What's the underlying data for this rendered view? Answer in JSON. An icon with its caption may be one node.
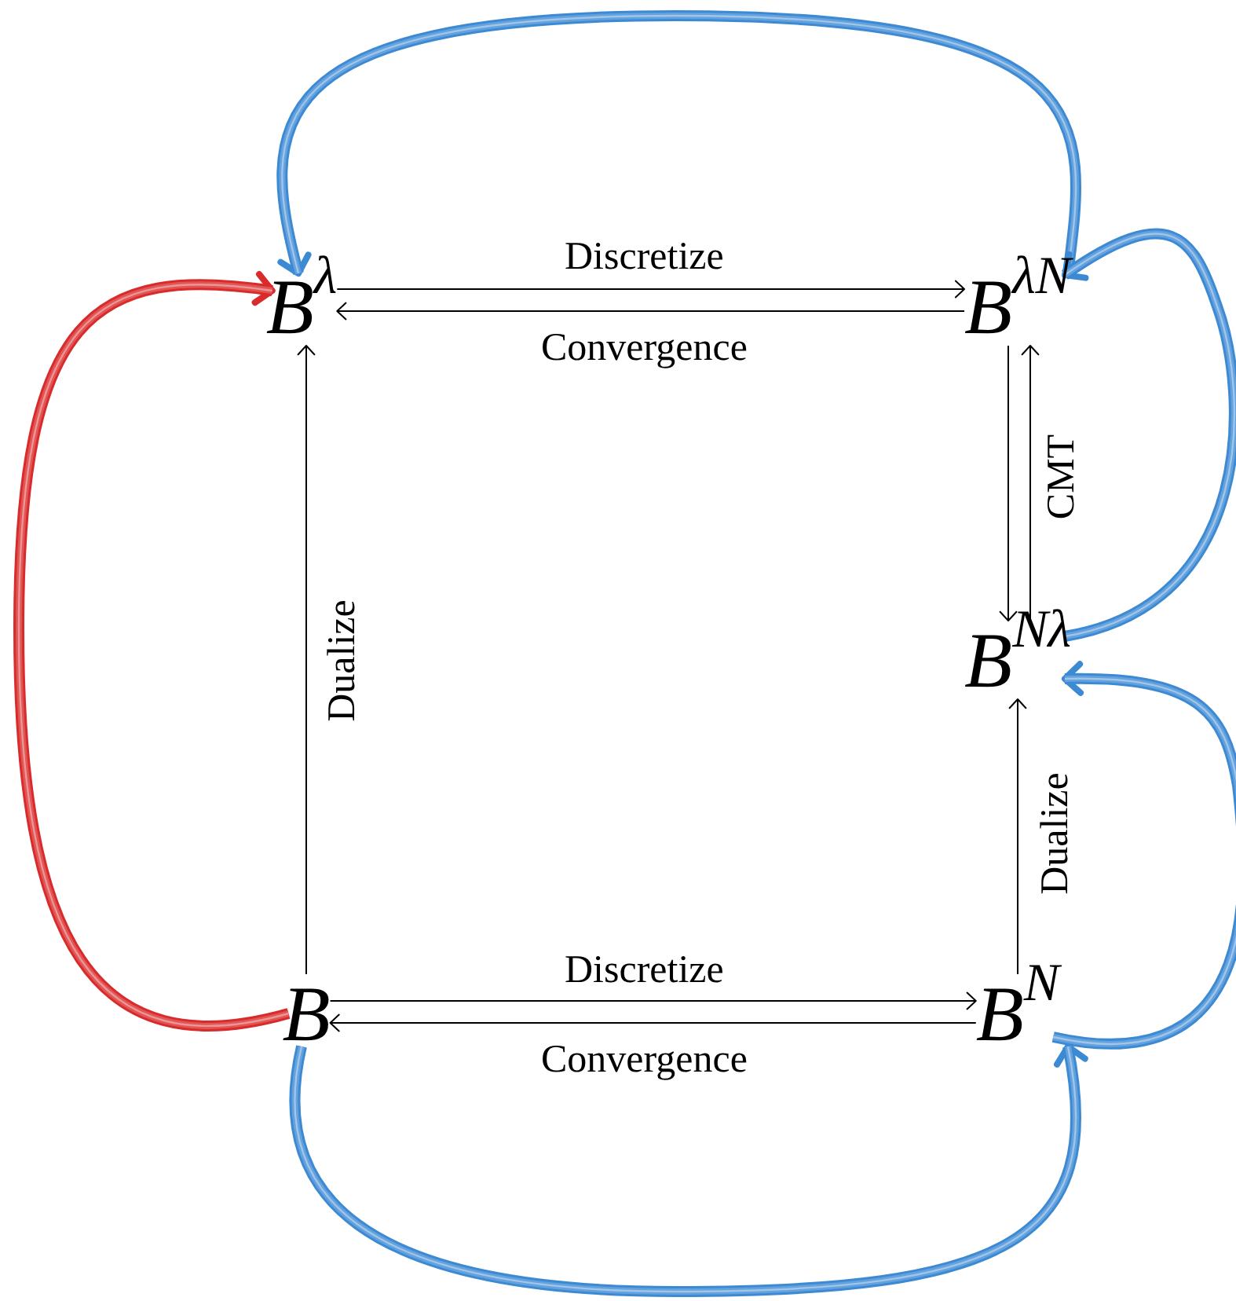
{
  "diagram": {
    "nodes": [
      {
        "text": [
          "B$^{λ}$"
        ]
      },
      {
        "text": [
          "B$^{λN}$"
        ]
      },
      {
        "text": [
          "B$^{Nλ}$"
        ]
      },
      {
        "text": [
          "B"
        ]
      },
      {
        "text": [
          "B$^{N}$"
        ]
      }
    ],
    "edges": [
      {
        "from": 0,
        "to": 1,
        "arrow": "to",
        "label": "Discretize"
      },
      {
        "from": 1,
        "to": 0,
        "arrow": "to",
        "label": "Convergence"
      },
      {
        "from": 1,
        "to": 2,
        "arrow": "to"
      },
      {
        "from": 2,
        "to": 1,
        "arrow": "to",
        "label": "CMT"
      },
      {
        "from": 3,
        "to": 0,
        "arrow": "to",
        "label": "Dualize"
      },
      {
        "from": 4,
        "to": 2,
        "arrow": "to",
        "label": "Dualize"
      },
      {
        "from": 3,
        "to": 4,
        "arrow": "to",
        "label": "Discretize"
      },
      {
        "from": 4,
        "to": 3,
        "arrow": "to",
        "label": "Convergence"
      },
      {
        "from": 1,
        "to": 0,
        "arrow": "to",
        "style": "thick",
        "color": "#3d8ad4"
      },
      {
        "from": 2,
        "to": 1,
        "arrow": "to",
        "style": "thick",
        "color": "#3d8ad4"
      },
      {
        "from": 4,
        "to": 2,
        "arrow": "to",
        "style": "thick",
        "color": "#3d8ad4"
      },
      {
        "from": 3,
        "to": 4,
        "arrow": "to",
        "style": "thick",
        "color": "#3d8ad4"
      },
      {
        "from": 3,
        "to": 0,
        "arrow": "to",
        "style": "thick",
        "color": "#d92b2b"
      }
    ]
  }
}
